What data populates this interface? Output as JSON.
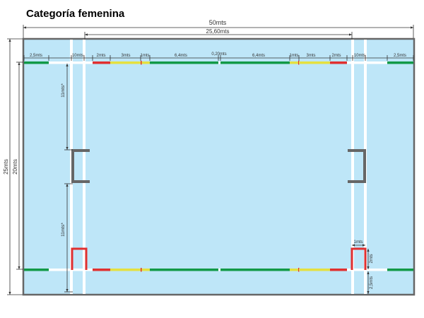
{
  "title": "Categoría femenina",
  "colors": {
    "pool": "#bee6f8",
    "border": "#666666",
    "lane_white": "#ffffff",
    "green": "#129947",
    "yellow": "#e5e040",
    "red": "#e03030",
    "goal": "#666666"
  },
  "dimensions": {
    "total_length": "50mts",
    "field_length": "25,60mts",
    "total_width": "25mts",
    "field_width": "20mts",
    "d_2_5_left": "2,5mts",
    "d_10_left": "10mts",
    "d_2_left": "2mts",
    "d_3_left": "3mts",
    "d_1_left": "1mts",
    "d_6_4_left": "6,4mts",
    "d_center": "0,20mts",
    "d_6_4_right": "6,4mts",
    "d_1_right": "1mts",
    "d_3_right": "3mts",
    "d_2_right": "2mts",
    "d_10_right": "10mts",
    "d_2_5_right": "2,5mts",
    "d_11_upper": "11mts*",
    "d_11_lower": "11mts*",
    "d_box_width": "1mts",
    "d_box_depth": "2mts",
    "d_bottom_margin": "2,5mts"
  }
}
